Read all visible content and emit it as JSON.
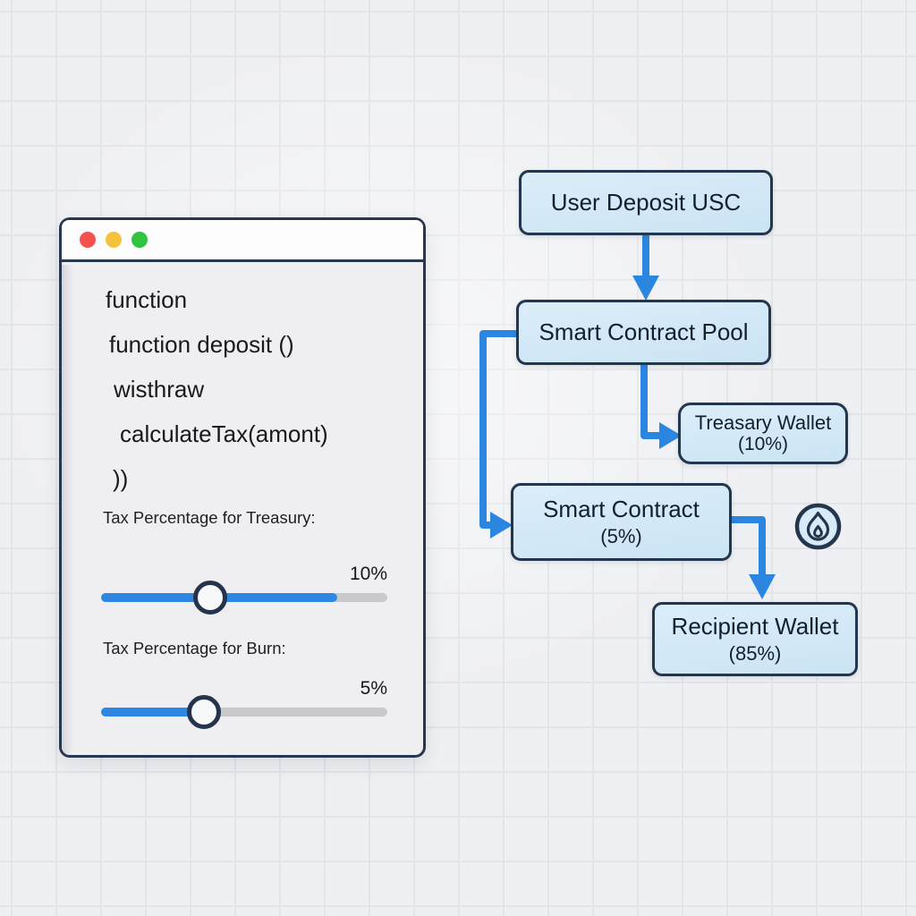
{
  "editor_window": {
    "traffic_lights": {
      "close": "red-dot",
      "minimize": "yellow-dot",
      "zoom": "green-dot"
    },
    "code_lines": [
      "function",
      "function deposit ()",
      "wisthraw",
      "calculateTax(amont)",
      "))"
    ],
    "sliders": [
      {
        "label": "Tax Percentage for Treasury:",
        "value_label": "10%"
      },
      {
        "label": "Tax Percentage for Burn:",
        "value_label": "5%"
      }
    ]
  },
  "flowchart": {
    "nodes": [
      {
        "id": "deposit",
        "title": "User Deposit USC",
        "subtitle": ""
      },
      {
        "id": "pool",
        "title": "Smart Contract Pool",
        "subtitle": ""
      },
      {
        "id": "treasury",
        "title": "Treasary Wallet",
        "subtitle": "(10%)"
      },
      {
        "id": "contract",
        "title": "Smart Contract",
        "subtitle": "(5%)"
      },
      {
        "id": "recipient",
        "title": "Recipient Wallet",
        "subtitle": "(85%)"
      }
    ],
    "edges": [
      {
        "from": "deposit",
        "to": "pool"
      },
      {
        "from": "pool",
        "to": "treasury"
      },
      {
        "from": "pool",
        "to": "contract"
      },
      {
        "from": "contract",
        "to": "recipient"
      }
    ],
    "burn_icon": "flame"
  },
  "colors": {
    "accent_blue": "#2e87e2",
    "node_fill": "#cfe7f6",
    "node_border": "#22364f",
    "window_border": "#26374f",
    "track_gray": "#c8c9cc",
    "traffic_red": "#f4514f",
    "traffic_yellow": "#f5c33b",
    "traffic_green": "#30c441",
    "background": "#eff0f3"
  }
}
